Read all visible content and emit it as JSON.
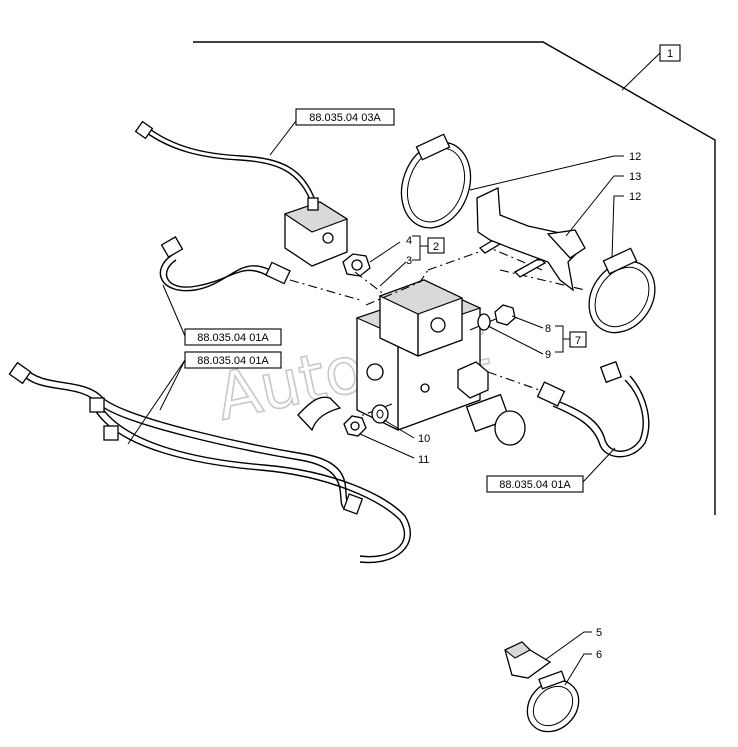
{
  "watermark": "AutoSoft",
  "assembly_ref": "1",
  "group_refs": [
    "2",
    "7"
  ],
  "part_numbers": [
    "3",
    "4",
    "5",
    "6",
    "8",
    "9",
    "10",
    "11",
    "12",
    "13",
    "12"
  ],
  "cross_references": [
    "88.035.04 03A",
    "88.035.04 01A",
    "88.035.04 01A",
    "88.035.04 01A"
  ]
}
